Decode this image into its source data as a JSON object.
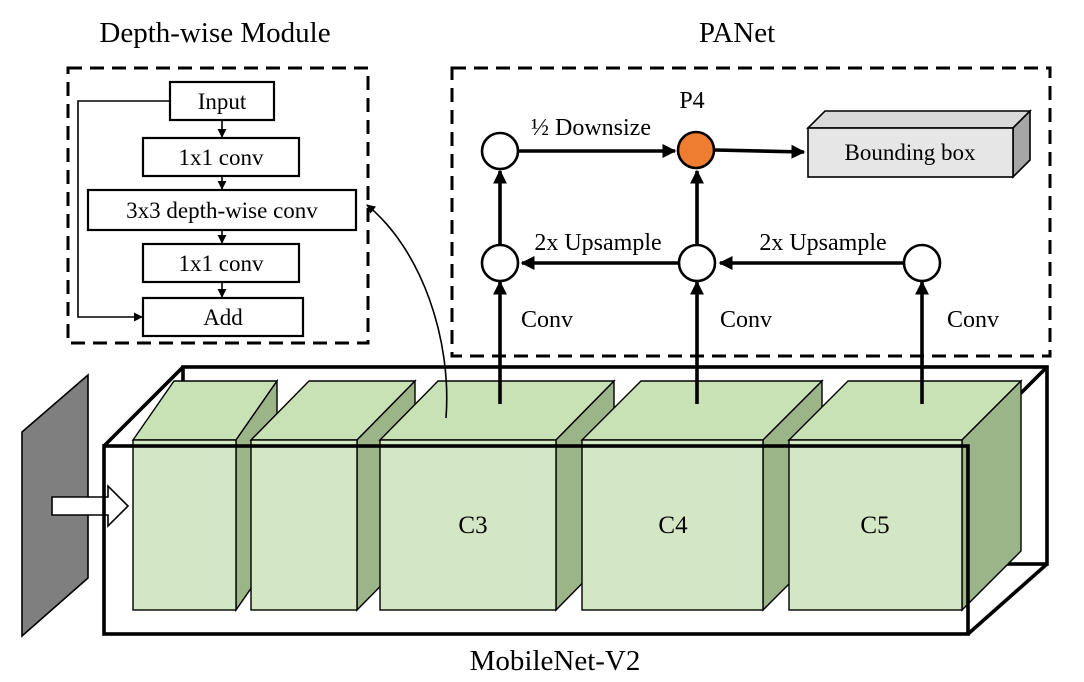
{
  "depthwise_module": {
    "title": "Depth-wise Module",
    "input": "Input",
    "conv1": "1x1 conv",
    "dwconv": "3x3 depth-wise conv",
    "conv2": "1x1 conv",
    "add": "Add"
  },
  "panet": {
    "title": "PANet",
    "p4": "P4",
    "downsize": "½ Downsize",
    "upsample_left": "2x Upsample",
    "upsample_right": "2x Upsample",
    "bounding_box": "Bounding box",
    "conv_c3": "Conv",
    "conv_c4": "Conv",
    "conv_c5": "Conv"
  },
  "backbone": {
    "title": "MobileNet-V2",
    "c3": "C3",
    "c4": "C4",
    "c5": "C5"
  },
  "colors": {
    "highlight_node": "#ee7d31",
    "block_face": "#d3e7c4",
    "block_side": "#9bb488",
    "input_plane": "#7f7f7f"
  }
}
